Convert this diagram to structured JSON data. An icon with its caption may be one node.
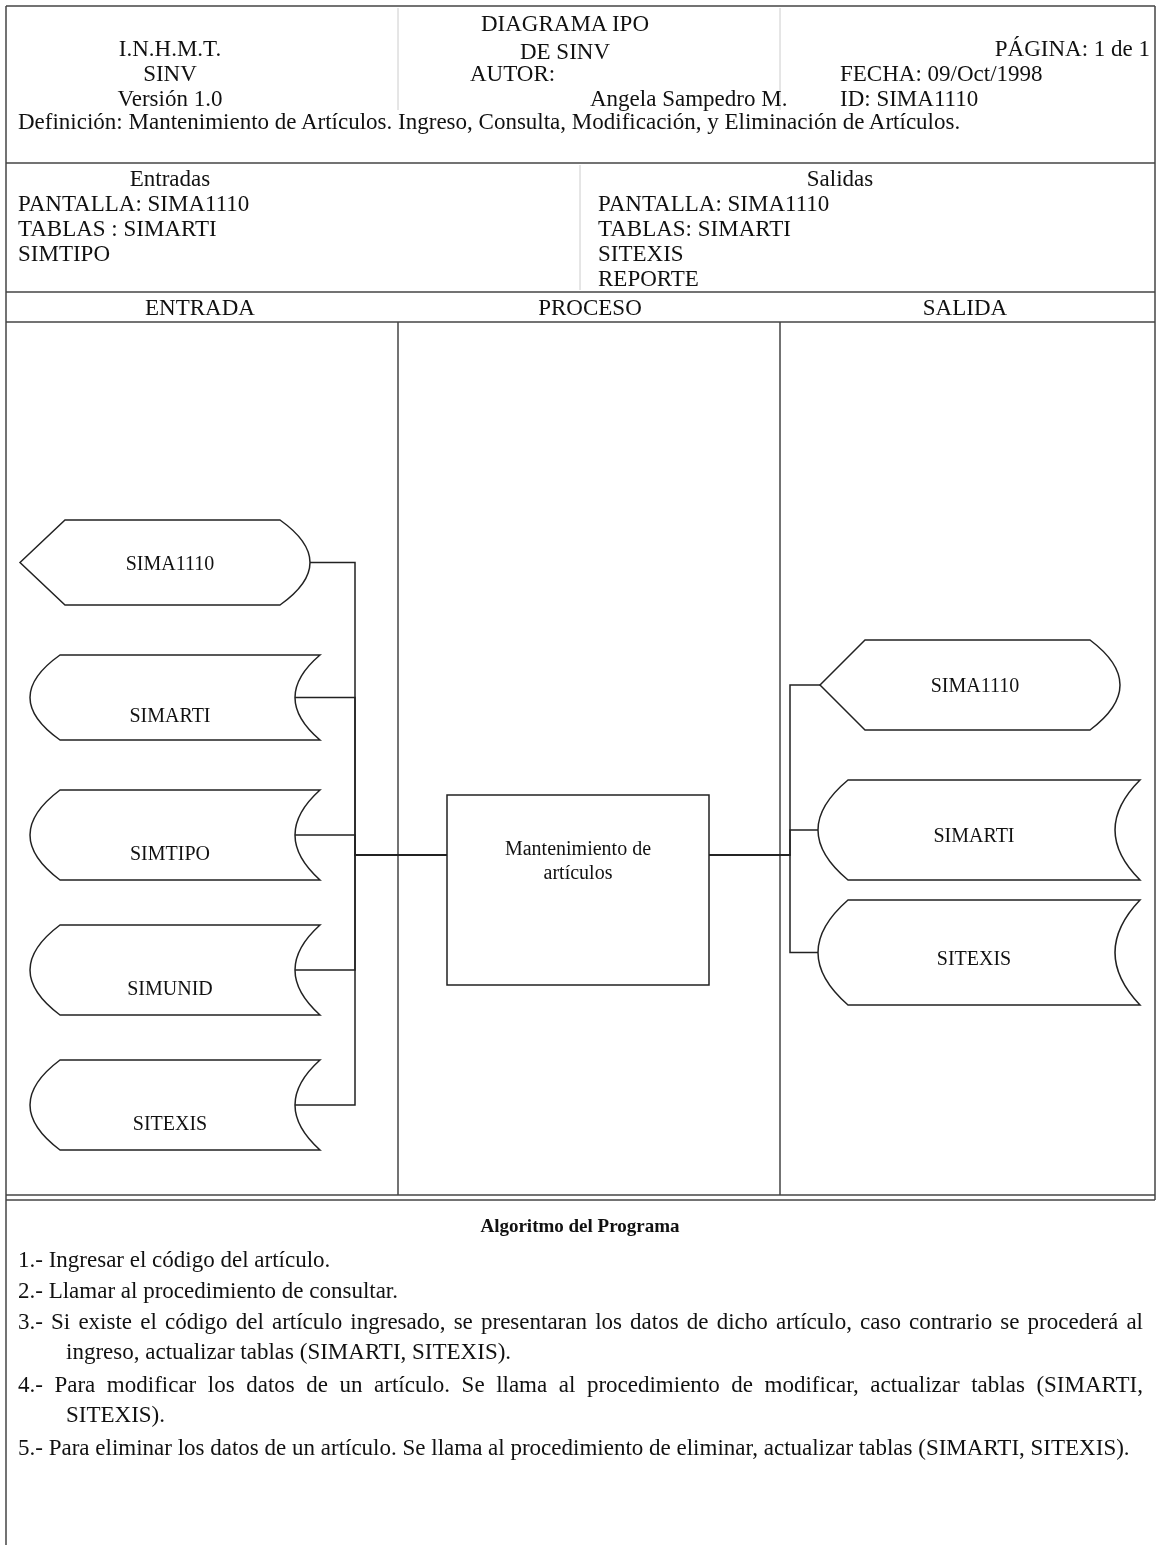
{
  "diagram": {
    "title": "DIAGRAMA IPO DE SINV",
    "nodes": [
      {
        "text": [
          "SIMA1110"
        ]
      },
      {
        "text": [
          "SIMARTI"
        ]
      },
      {
        "text": [
          "SIMTIPO"
        ]
      },
      {
        "text": [
          "SIMUNID"
        ]
      },
      {
        "text": [
          "SITEXIS"
        ]
      },
      {
        "text": [
          "Mantenimiento de artículos"
        ]
      },
      {
        "text": [
          "SIMA1110"
        ]
      },
      {
        "text": [
          "SIMARTI"
        ]
      },
      {
        "text": [
          "SITEXIS"
        ]
      }
    ],
    "edges": [
      {
        "from": 0,
        "to": 5,
        "arrow": "none"
      },
      {
        "from": 1,
        "to": 5,
        "arrow": "none"
      },
      {
        "from": 2,
        "to": 5,
        "arrow": "none"
      },
      {
        "from": 3,
        "to": 5,
        "arrow": "none"
      },
      {
        "from": 4,
        "to": 5,
        "arrow": "none"
      },
      {
        "from": 5,
        "to": 6,
        "arrow": "none"
      },
      {
        "from": 5,
        "to": 7,
        "arrow": "none"
      },
      {
        "from": 5,
        "to": 8,
        "arrow": "none"
      }
    ],
    "labels": [
      "I.N.H.M.T.",
      "PÁGINA: 1 de 1",
      "SINV",
      "AUTOR:",
      "FECHA: 09/Oct/1998",
      "Versión 1.0",
      "Angela Sampedro M.",
      "ID: SIMA1110",
      "Definición: Mantenimiento de Artículos. Ingreso, Consulta, Modificación, y Eliminación de Artículos.",
      "Entradas",
      "PANTALLA: SIMA1110",
      "TABLAS : SIMARTI",
      "SIMTIPO",
      "Salidas",
      "PANTALLA: SIMA1110",
      "TABLAS: SIMARTI",
      "SITEXIS",
      "REPORTE",
      "ENTRADA",
      "PROCESO",
      "SALIDA",
      "Algoritmo del Programa",
      "1.- Ingresar el código del artículo.",
      "2.- Llamar al procedimiento de consultar.",
      "3.- Si existe el código del artículo ingresado, se presentaran los datos de dicho artículo, caso contrario se procederá al ingreso, actualizar tablas (SIMARTI, SITEXIS).",
      "4.- Para modificar los datos de un artículo. Se llama al procedimiento de modificar, actualizar tablas (SIMARTI, SITEXIS).",
      "5.- Para eliminar los datos de un artículo. Se llama al procedimiento de eliminar, actualizar tablas (SIMARTI, SITEXIS)."
    ]
  }
}
